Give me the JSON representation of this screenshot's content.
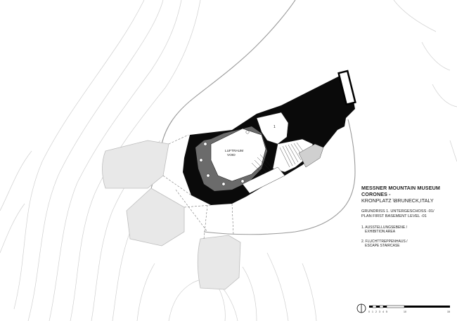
{
  "legend": {
    "title_line1": "MESSNER MOUNTAIN MUSEUM",
    "title_line2": "CORONES -",
    "location": "KRONPLATZ \\BRUNECK,ITALY",
    "plan_title_line1": "GRUNDRISS 1. UNTERGESCHOSS -01/",
    "plan_title_line2": "PLAN FIRST BASEMENT LEVEL -01",
    "items": [
      {
        "line1": "1. AUSSTELLUNGSEBENE /",
        "line2": "EXHIBITION AREA"
      },
      {
        "line1": "2. FLUCHTTREPPENHAUS /",
        "line2": "ESCAPE STAIRCASE"
      }
    ]
  },
  "plan_labels": {
    "void_line1": "LUFTRAUM",
    "void_line2": "VOID",
    "room_number": "1"
  },
  "scale_bar": {
    "ticks": [
      "0",
      "1",
      "2",
      "3",
      "4",
      "5",
      "10",
      "15"
    ]
  },
  "colors": {
    "building_fill": "#0a0a0a",
    "ramp_fill": "#6b6b6b",
    "void_fill": "#ffffff",
    "contour_stroke": "#c8c8c8",
    "terrace_fill": "#e6e6e6",
    "path_stroke": "#b5b5b5"
  }
}
